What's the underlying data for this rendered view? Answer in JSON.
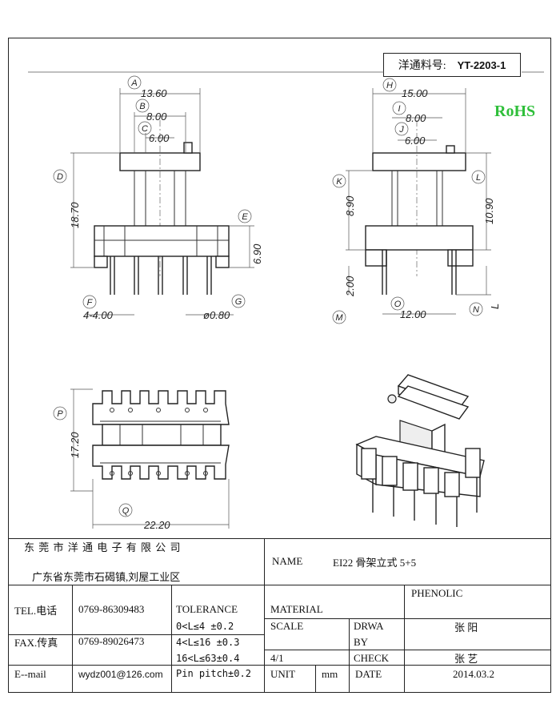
{
  "part_label": "洋通料号:",
  "part_number": "YT-2203-1",
  "rohs": "RoHS",
  "dims": {
    "A": "13.60",
    "B": "8.00",
    "C": "6.00",
    "D": "18.70",
    "E": "6.90",
    "F": "4-4.00",
    "G": "ø0.80",
    "H": "15.00",
    "I": "8.00",
    "J": "6.00",
    "K": "8.90",
    "L": "10.90",
    "M": "2.00",
    "O": "12.00",
    "N_label": "L",
    "P": "17.20",
    "Q": "22.20"
  },
  "tags": [
    "A",
    "B",
    "C",
    "D",
    "E",
    "F",
    "G",
    "H",
    "I",
    "J",
    "K",
    "L",
    "M",
    "N",
    "O",
    "P",
    "Q"
  ],
  "title_block": {
    "company": "东 莞 市 洋 通 电 子 有 限 公 司",
    "address": "广东省东莞市石碣镇,刘屋工业区",
    "name_label": "NAME",
    "name_value": "EI22 骨架立式 5+5",
    "tel_label": "TEL.电话",
    "tel_value": "0769-86309483",
    "fax_label": "FAX.传真",
    "fax_value": "0769-89026473",
    "email_label": "E--mail",
    "email_value": "wydz001@126.com",
    "tolerance_label": "TOLERANCE",
    "tol_1": "0<L≤4  ±0.2",
    "tol_2": "4<L≤16 ±0.3",
    "tol_3": "16<L≤63±0.4",
    "tol_4": "Pin pitch±0.2",
    "material_label": "MATERIAL",
    "material_value": "PHENOLIC",
    "scale_label": "SCALE",
    "scale_value": "4/1",
    "drawn_label_1": "DRWA",
    "drawn_label_2": "BY",
    "drawn_value": "张 阳",
    "check_label": "CHECK",
    "check_value": "张 艺",
    "unit_label": "UNIT",
    "unit_value": "mm",
    "date_label": "DATE",
    "date_value": "2014.03.2"
  }
}
